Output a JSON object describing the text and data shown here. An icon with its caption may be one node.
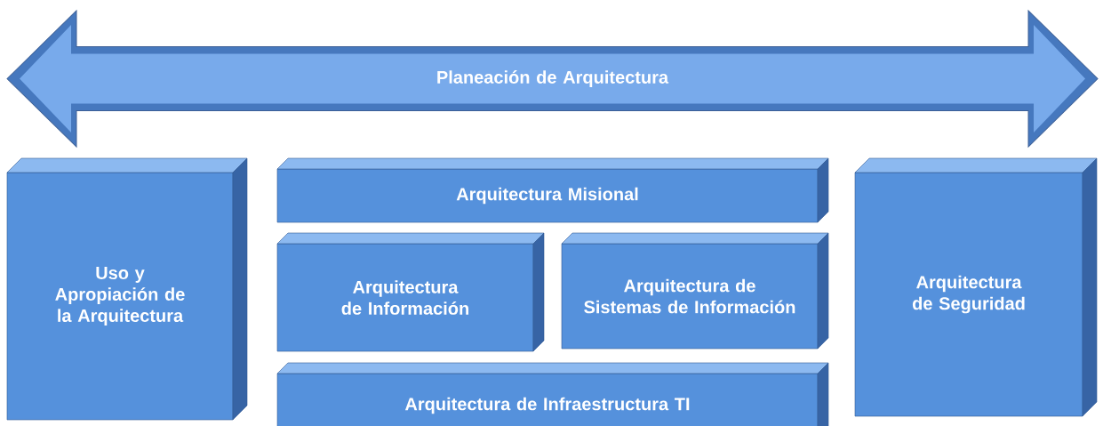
{
  "diagram": {
    "nodes": [
      {
        "text": [
          "Planeación de Arquitectura"
        ]
      },
      {
        "text": [
          "Uso y Apropiación de la Arquitectura"
        ]
      },
      {
        "text": [
          "Arquitectura Misional"
        ]
      },
      {
        "text": [
          "Arquitectura de Información"
        ]
      },
      {
        "text": [
          "Arquitectura de Sistemas de Información"
        ]
      },
      {
        "text": [
          "Arquitectura de Seguridad"
        ]
      },
      {
        "text": [
          "Arquitectura de Infraestructura TI"
        ]
      }
    ]
  }
}
